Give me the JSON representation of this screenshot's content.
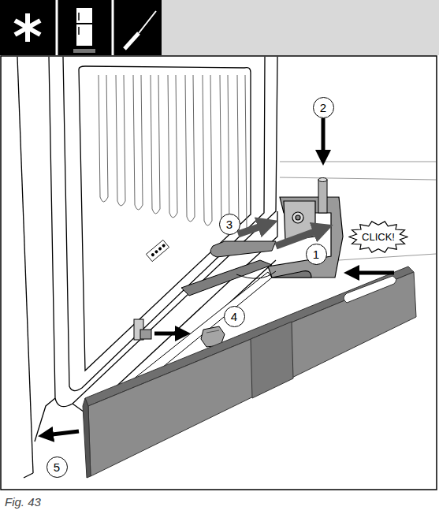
{
  "diagram": {
    "caption": "Fig. 43",
    "nodes": [
      {
        "text": [
          "2"
        ]
      },
      {
        "text": [
          "3"
        ]
      },
      {
        "text": [
          "CLICK!"
        ]
      },
      {
        "text": [
          "1"
        ]
      },
      {
        "text": [
          "4"
        ]
      },
      {
        "text": [
          "5"
        ]
      }
    ],
    "edges": []
  }
}
